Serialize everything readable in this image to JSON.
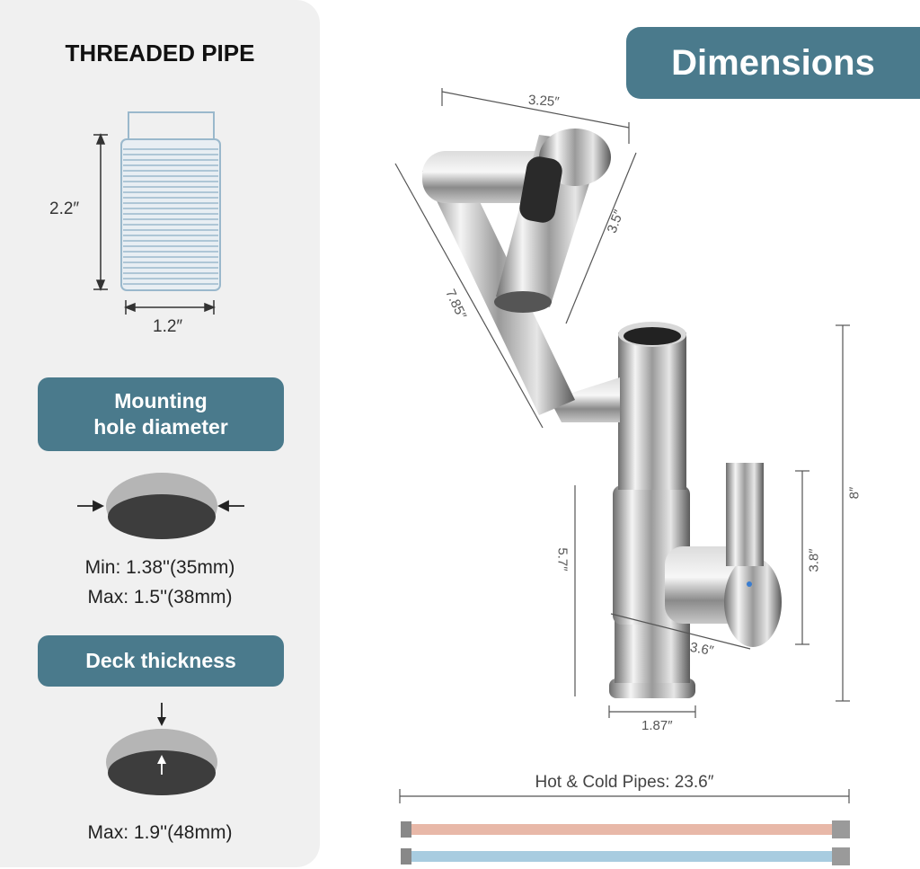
{
  "left_panel": {
    "threaded_pipe": {
      "title": "THREADED PIPE",
      "height_label": "2.2″",
      "width_label": "1.2″"
    },
    "mounting_hole": {
      "badge_line1": "Mounting",
      "badge_line2": "hole diameter",
      "min_text": "Min: 1.38''(35mm)",
      "max_text": "Max: 1.5''(38mm)"
    },
    "deck": {
      "badge": "Deck thickness",
      "max_text": "Max: 1.9''(48mm)"
    }
  },
  "right_panel": {
    "title": "Dimensions",
    "dims": {
      "spout_top": "3.25″",
      "spout_head": "3.5″",
      "arm_length": "7.85″",
      "total_height": "8″",
      "handle_height": "3.8″",
      "body_height": "5.7″",
      "handle_reach": "3.6″",
      "base_width": "1.87″"
    },
    "pipes": {
      "label": "Hot & Cold Pipes: 23.6″"
    }
  },
  "colors": {
    "accent": "#4a7a8c",
    "panel_bg": "#f0f0f0",
    "hot_pipe": "#e8b8a8",
    "cold_pipe": "#a8cce0"
  }
}
